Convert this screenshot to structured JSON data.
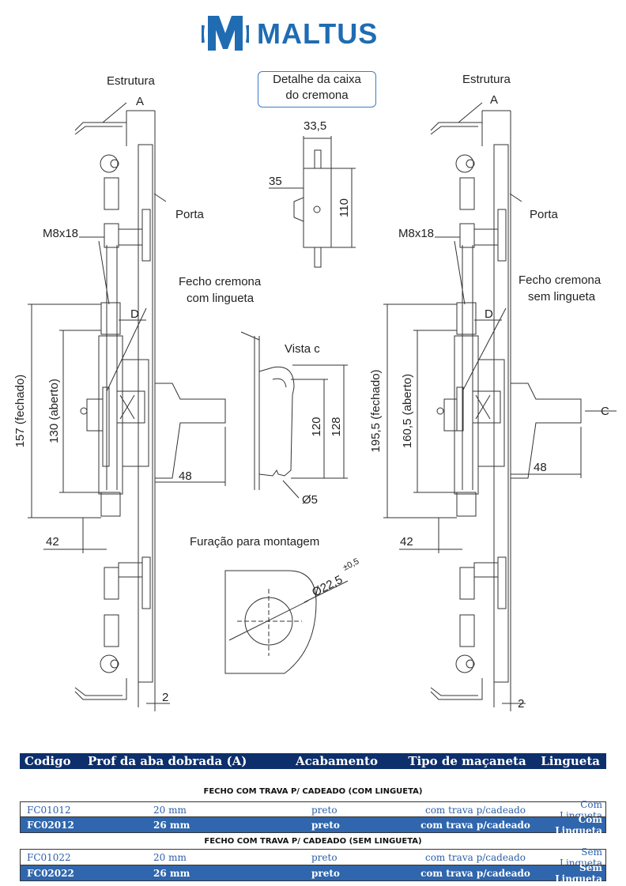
{
  "brand": {
    "name": "MALTUS",
    "color": "#1f6cb3"
  },
  "detail_box": {
    "line1": "Detalhe da caixa",
    "line2": "do cremona"
  },
  "labels": {
    "estrutura": "Estrutura",
    "A": "A",
    "porta": "Porta",
    "m8x18": "M8x18",
    "fecho_com_1": "Fecho cremona",
    "fecho_com_2": "com lingueta",
    "fecho_sem_1": "Fecho cremona",
    "fecho_sem_2": "sem lingueta",
    "D": "D",
    "C": "C",
    "dim_157": "157 (fechado)",
    "dim_130": "130 (aberto)",
    "dim_1955": "195,5 (fechado)",
    "dim_1605": "160,5 (aberto)",
    "dim_48": "48",
    "dim_42": "42",
    "dim_2": "2",
    "dim_335": "33,5",
    "dim_35": "35",
    "dim_110": "110",
    "vista": "Vista c",
    "dim_120": "120",
    "dim_128": "128",
    "dim_o5": "Ø5",
    "furacao": "Furação para montagem",
    "dim_o225": "Ø22,5",
    "tol": "±0,5"
  },
  "table": {
    "headers": [
      "Codigo",
      "Prof da aba dobrada (A)",
      "Acabamento",
      "Tipo de maçaneta",
      "Lingueta"
    ],
    "sections": [
      {
        "title": "FECHO COM TRAVA P/ CADEADO (COM LINGUETA)",
        "rows": [
          [
            "FC01012",
            "20 mm",
            "preto",
            "com trava p/cadeado",
            "Com Lingueta"
          ],
          [
            "FC02012",
            "26 mm",
            "preto",
            "com trava p/cadeado",
            "Com Lingueta"
          ]
        ]
      },
      {
        "title": "FECHO COM TRAVA P/ CADEADO (SEM LINGUETA)",
        "rows": [
          [
            "FC01022",
            "20 mm",
            "preto",
            "com trava p/cadeado",
            "Sem Lingueta"
          ],
          [
            "FC02022",
            "26 mm",
            "preto",
            "com trava p/cadeado",
            "Sem Lingueta"
          ]
        ]
      }
    ]
  }
}
